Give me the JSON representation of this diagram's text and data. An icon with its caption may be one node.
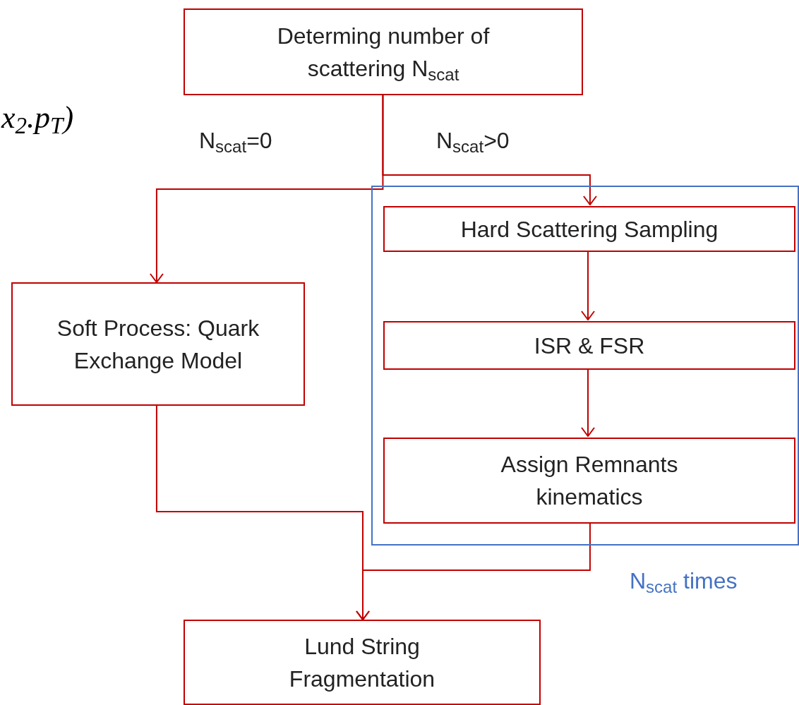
{
  "diagram": {
    "nodes": [
      {
        "text": [
          "Determing number of scattering N$_{scat}$"
        ]
      },
      {
        "text": [],
        "shape": "box",
        "beside": [
          "N$_{scat}$ times"
        ]
      },
      {
        "text": [
          "Hard Scattering Sampling"
        ],
        "in": 1
      },
      {
        "text": [
          "ISR & FSR"
        ],
        "in": 1
      },
      {
        "text": [
          "Assign Remnants kinematics"
        ],
        "in": 1
      },
      {
        "text": [
          "Soft Process: Quark Exchange Model"
        ]
      },
      {
        "text": [
          "Lund String Fragmentation"
        ]
      }
    ],
    "edges": [
      {
        "from": 0,
        "to": 5,
        "arrow": "to",
        "label": "N$_{scat}$=0"
      },
      {
        "from": 0,
        "to": 2,
        "arrow": "to",
        "label": "N$_{scat}$>0"
      },
      {
        "from": 2,
        "to": 3,
        "arrow": "to"
      },
      {
        "from": 3,
        "to": 4,
        "arrow": "to"
      },
      {
        "from": 5,
        "to": 6,
        "arrow": "to"
      },
      {
        "from": 4,
        "to": 6,
        "arrow": "to"
      }
    ],
    "labels": [
      "x$_{2}$.p$_{T}$)"
    ]
  }
}
